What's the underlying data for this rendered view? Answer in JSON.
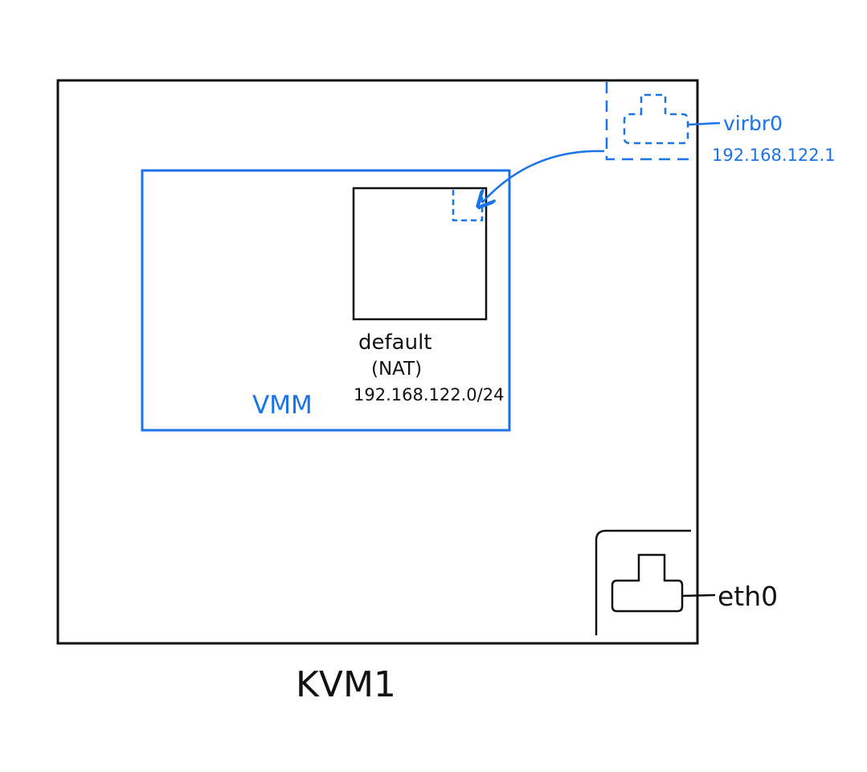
{
  "colors": {
    "ink": "#111111",
    "accent": "#1a73e8",
    "background": "#ffffff"
  },
  "host": {
    "label": "KVM1"
  },
  "vmm": {
    "label": "VMM"
  },
  "network": {
    "name": "default",
    "mode": "(NAT)",
    "subnet": "192.168.122.0/24"
  },
  "bridge": {
    "name": "virbr0",
    "ip": "192.168.122.1",
    "icon": "network-card-icon"
  },
  "physical_nic": {
    "name": "eth0",
    "icon": "network-card-icon"
  }
}
